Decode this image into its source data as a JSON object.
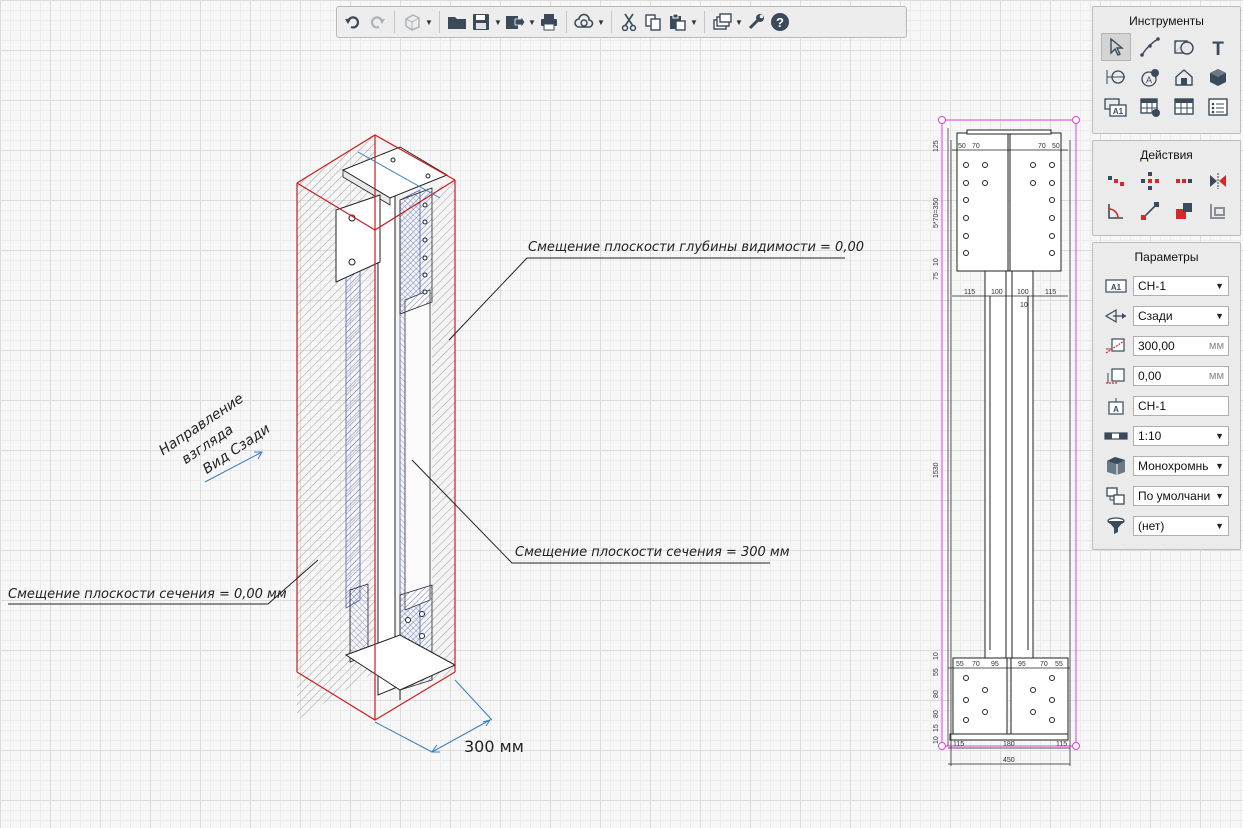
{
  "toolbar": {
    "buttons": [
      {
        "name": "undo-icon"
      },
      {
        "name": "redo-icon"
      },
      {
        "name": "3d-view-icon"
      },
      {
        "name": "open-folder-icon"
      },
      {
        "name": "save-icon"
      },
      {
        "name": "export-icon"
      },
      {
        "name": "print-icon"
      },
      {
        "name": "cloud-sync-icon"
      },
      {
        "name": "cut-icon"
      },
      {
        "name": "copy-icon"
      },
      {
        "name": "paste-icon"
      },
      {
        "name": "layers-icon"
      },
      {
        "name": "settings-wrench-icon"
      },
      {
        "name": "help-icon"
      }
    ]
  },
  "tools_panel": {
    "title": "Инструменты",
    "tools": [
      "pointer-icon",
      "line-icon",
      "hatch-icon",
      "text-icon",
      "dimension-icon",
      "marker-icon",
      "building-icon",
      "box-3d-icon",
      "label-a1-icon",
      "table-icon",
      "spreadsheet-icon",
      "list-icon"
    ]
  },
  "actions_panel": {
    "title": "Действия",
    "actions": [
      "move-icon",
      "rotate-points-icon",
      "offset-icon",
      "mirror-icon",
      "trim-icon",
      "extend-icon",
      "scale-icon",
      "corner-icon"
    ]
  },
  "params_panel": {
    "title": "Параметры",
    "rows": [
      {
        "icon": "label-a1-icon",
        "value": "СН-1",
        "type": "select"
      },
      {
        "icon": "view-direction-icon",
        "value": "Сзади",
        "type": "select"
      },
      {
        "icon": "section-offset-icon",
        "value": "300,00",
        "unit": "мм",
        "type": "input"
      },
      {
        "icon": "depth-offset-icon",
        "value": "0,00",
        "unit": "мм",
        "type": "input"
      },
      {
        "icon": "title-label-icon",
        "value": "СН-1",
        "type": "text"
      },
      {
        "icon": "scale-icon",
        "value": "1:10",
        "type": "select"
      },
      {
        "icon": "render-mode-icon",
        "value": "Монохромнь",
        "type": "select"
      },
      {
        "icon": "style-icon",
        "value": "По умолчани",
        "type": "select"
      },
      {
        "icon": "filter-icon",
        "value": "(нет)",
        "type": "select"
      }
    ]
  },
  "annotations": {
    "depth_offset": "Смещение плоскости глубины видимости = 0,00",
    "section_offset_300": "Смещение плоскости сечения = 300 мм",
    "section_offset_0": "Смещение плоскости сечения = 0,00 мм",
    "view_direction_1": "Направление",
    "view_direction_2": "взгляда",
    "view_direction_3": "Вид Сзади",
    "dimension_300": "300 мм"
  },
  "drawing": {
    "top_dims": [
      "50",
      "70",
      "70",
      "50"
    ],
    "mid_dims": [
      "115",
      "100",
      "100",
      "115"
    ],
    "bottom_top_dims": [
      "55",
      "70",
      "95",
      "95",
      "70",
      "55"
    ],
    "bottom_dims": [
      "115",
      "180",
      "115"
    ],
    "overall_width": "450",
    "height_dim": "1530",
    "left_dims": [
      "125",
      "5*70=350",
      "10",
      "75",
      "10",
      "55",
      "80",
      "80",
      "15",
      "10"
    ],
    "weld_mark": "10"
  },
  "colors": {
    "section_red": "#c81e1e",
    "dim_blue": "#3a7fc1",
    "hatch_blue": "#4a5fb8",
    "selection_magenta": "#e040e0"
  }
}
